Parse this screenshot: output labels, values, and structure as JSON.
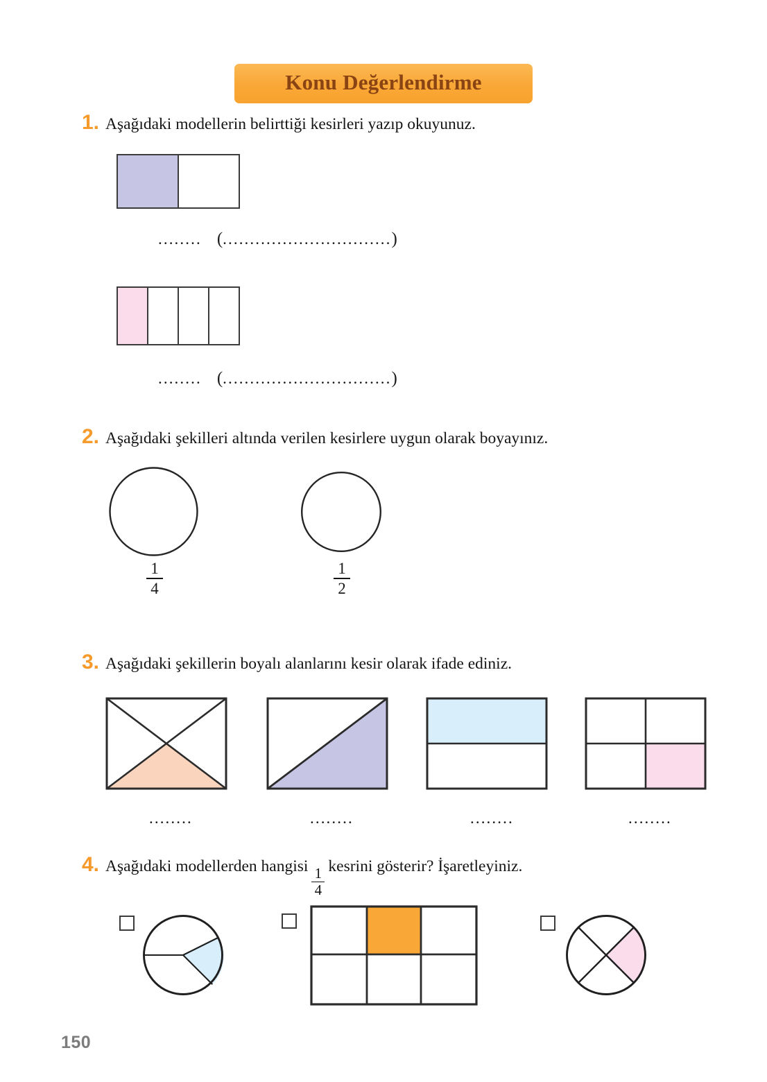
{
  "header": {
    "title": "Konu Değerlendirme",
    "banner_color": "#f9a736",
    "title_color": "#8a4413"
  },
  "page_number": "150",
  "accent_color": "#f59a2b",
  "line_color": "#3b3b3b",
  "questions": [
    {
      "number": "1.",
      "text": "Aşağıdaki modellerin belirttiği kesirleri yazıp okuyunuz.",
      "models": [
        {
          "name": "half-rectangle-model",
          "type": "rectangle",
          "parts": 2,
          "shaded": [
            0
          ],
          "shade_color": "#c6c5e4",
          "answer_short": "........",
          "answer_open_paren": "(",
          "answer_long": "...............................",
          "answer_close_paren": ")"
        },
        {
          "name": "quarter-rectangle-model",
          "type": "rectangle",
          "parts": 4,
          "shaded": [
            0
          ],
          "shade_color": "#fbdceb",
          "answer_short": "........",
          "answer_open_paren": "(",
          "answer_long": "...............................",
          "answer_close_paren": ")"
        }
      ]
    },
    {
      "number": "2.",
      "text": "Aşağıdaki şekilleri altında verilen kesirlere uygun olarak boyayınız.",
      "circles": [
        {
          "name": "circle-one-quarter",
          "numerator": "1",
          "denominator": "4"
        },
        {
          "name": "circle-one-half",
          "numerator": "1",
          "denominator": "2"
        }
      ]
    },
    {
      "number": "3.",
      "text": "Aşağıdaki şekillerin boyalı alanlarını kesir olarak ifade ediniz.",
      "shapes": [
        {
          "name": "rect-both-diagonals-bottom-shaded",
          "shade_color": "#fbd4bd",
          "answer": "........"
        },
        {
          "name": "rect-diagonal-lower-right-shaded",
          "shade_color": "#c6c5e4",
          "answer": "........"
        },
        {
          "name": "rect-halves-top-shaded",
          "shade_color": "#d8eefb",
          "answer": "........"
        },
        {
          "name": "rect-quarters-bottom-right-shaded",
          "shade_color": "#fbdceb",
          "answer": "........"
        }
      ]
    },
    {
      "number": "4.",
      "text_before": "Aşağıdaki modellerden hangisi",
      "fraction_numerator": "1",
      "fraction_denominator": "4",
      "text_after": "kesrini gösterir? İşaretleyiniz.",
      "options": [
        {
          "name": "option-circle-thirds",
          "checkbox_checked": false,
          "shade_color": "#d8eefb"
        },
        {
          "name": "option-grid-six-cells",
          "checkbox_checked": false,
          "shade_color": "#f9a736"
        },
        {
          "name": "option-circle-quarters",
          "checkbox_checked": false,
          "shade_color": "#fbdceb"
        }
      ]
    }
  ]
}
